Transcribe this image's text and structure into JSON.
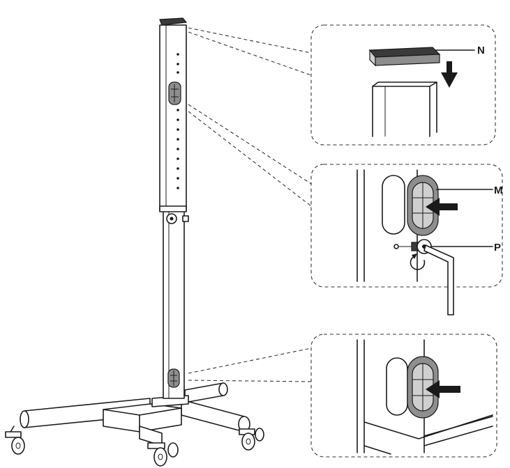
{
  "callouts": {
    "top_cap": {
      "label": "N"
    },
    "cover_plate": {
      "label": "M"
    },
    "bolt": {
      "label": "P"
    }
  },
  "colors": {
    "line": "#1a1a1a",
    "cover_fill": "#8e8e8e",
    "arrow": "#1a1a1a",
    "background": "#ffffff"
  }
}
